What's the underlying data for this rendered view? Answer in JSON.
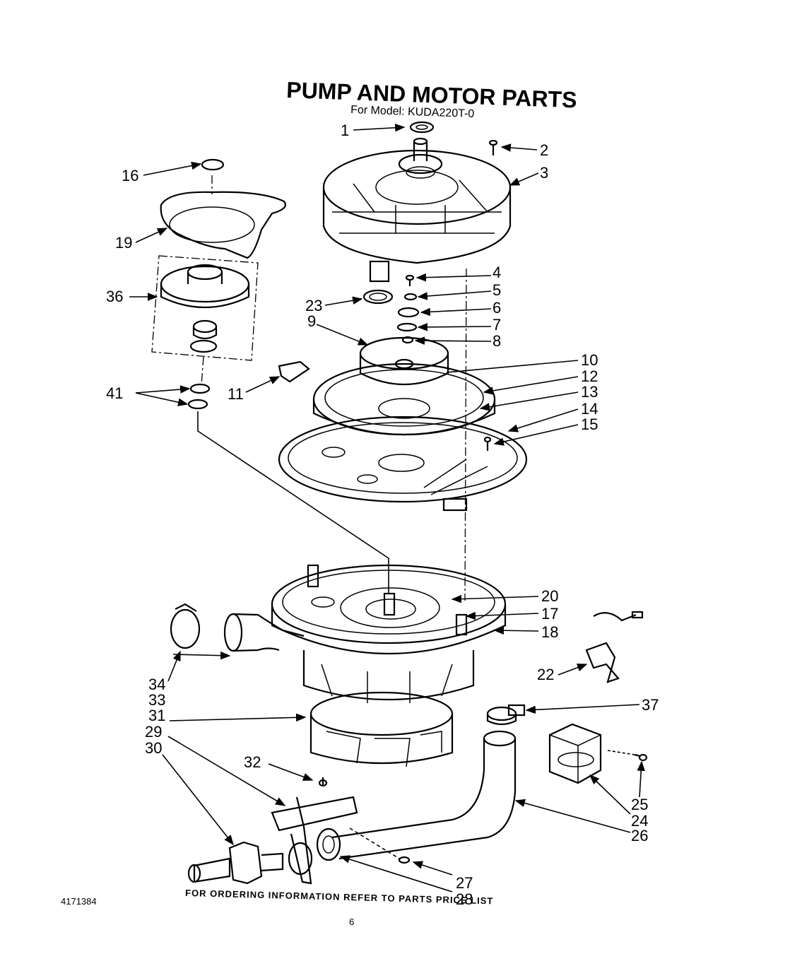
{
  "title": "PUMP AND MOTOR PARTS",
  "subtitle": "For Model: KUDA220T-0",
  "document_number": "4171384",
  "footer": "FOR ORDERING INFORMATION REFER TO PARTS PRICE LIST",
  "page_number": "6",
  "callouts": {
    "c1": "1",
    "c2": "2",
    "c3": "3",
    "c4": "4",
    "c5": "5",
    "c6": "6",
    "c7": "7",
    "c8": "8",
    "c9": "9",
    "c10": "10",
    "c11": "11",
    "c12": "12",
    "c13": "13",
    "c14": "14",
    "c15": "15",
    "c16": "16",
    "c17": "17",
    "c18": "18",
    "c19": "19",
    "c20": "20",
    "c22": "22",
    "c23": "23",
    "c24": "24",
    "c25": "25",
    "c26": "26",
    "c27": "27",
    "c28": "28",
    "c29": "29",
    "c30": "30",
    "c31": "31",
    "c32": "32",
    "c33": "33",
    "c34": "34",
    "c36": "36",
    "c37": "37",
    "c41": "41"
  }
}
